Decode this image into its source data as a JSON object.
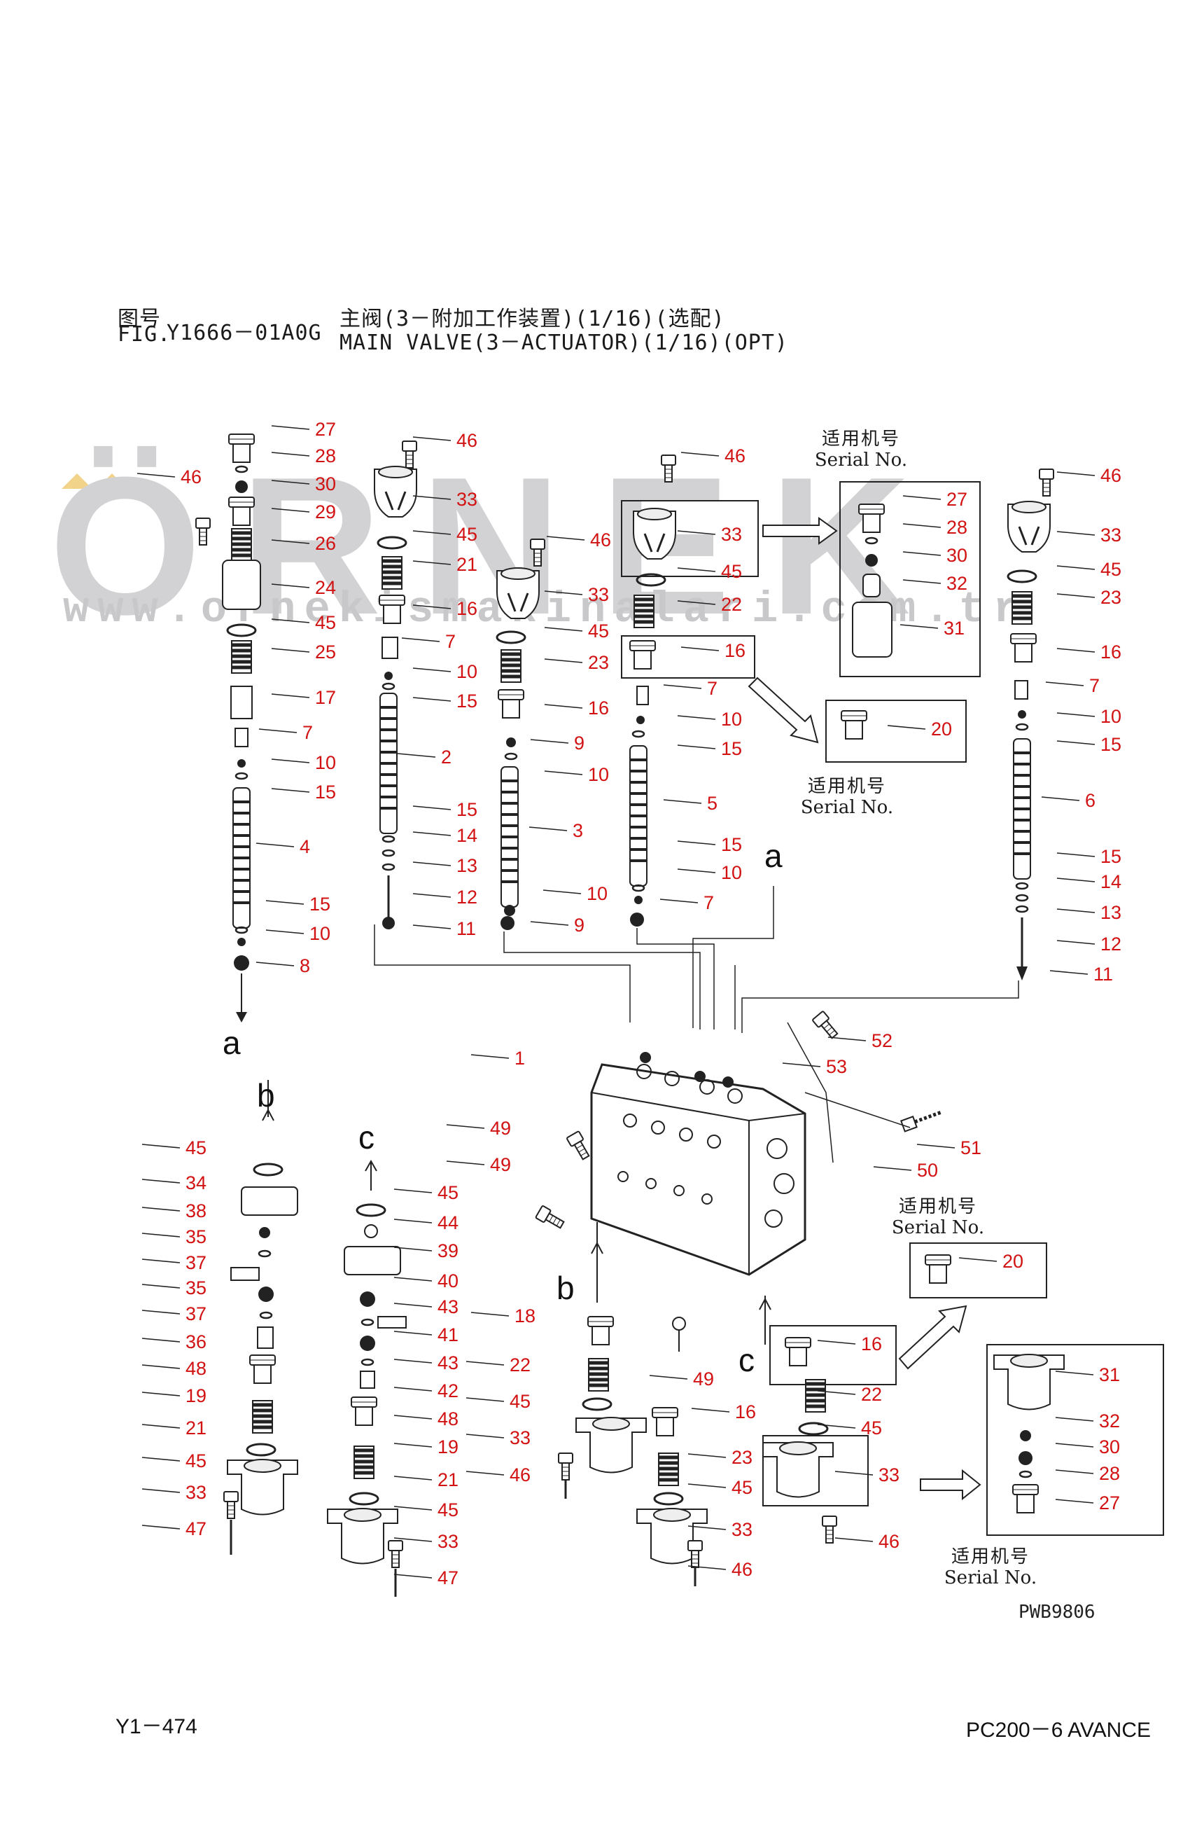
{
  "header": {
    "fig_label_cn": "图号",
    "fig_label_en": "FIG.",
    "fig_number": "Y1666－01A0G",
    "title_cn": "主阀(3－附加工作装置)(1/16)(选配)",
    "title_en": "MAIN VALVE(3－ACTUATOR)(1/16)(OPT)"
  },
  "serial_note": {
    "cn": "适用机号",
    "en": "Serial No."
  },
  "watermark": {
    "text": "ÖRNEK",
    "url": "www.ornekismakinalari.com.tr",
    "accent_color": "#f2d38a"
  },
  "image_code": "PWB9806",
  "footer": {
    "page": "Y1－474",
    "model": "PC200－6 AVANCE"
  },
  "label_color": "#d21212",
  "columns": {
    "col1": [
      "27",
      "28",
      "30",
      "29",
      "26",
      "46",
      "24",
      "45",
      "25",
      "17",
      "7",
      "10",
      "15",
      "4",
      "15",
      "10",
      "8"
    ],
    "col2": [
      "46",
      "33",
      "45",
      "21",
      "16",
      "7",
      "10",
      "15",
      "2",
      "15",
      "14",
      "13",
      "12",
      "11"
    ],
    "col3": [
      "33",
      "45",
      "23",
      "16",
      "9",
      "10",
      "3",
      "10",
      "9"
    ],
    "col4": [
      "46",
      "46",
      "33",
      "45",
      "22",
      "16",
      "7",
      "10",
      "15",
      "5",
      "15",
      "10",
      "7"
    ],
    "col5": [
      "46",
      "33",
      "45",
      "23",
      "16",
      "7",
      "10",
      "15",
      "6",
      "15",
      "14",
      "13",
      "12",
      "11"
    ],
    "serial_box1": [
      "27",
      "28",
      "30",
      "32",
      "31"
    ],
    "serial_box2": [
      "20"
    ],
    "body": [
      "1",
      "52",
      "53",
      "49",
      "49",
      "51",
      "50"
    ],
    "lower_b": [
      "45",
      "34",
      "38",
      "35",
      "37",
      "35",
      "37",
      "36",
      "48",
      "19",
      "21",
      "45",
      "33",
      "47"
    ],
    "lower_c": [
      "45",
      "44",
      "39",
      "40",
      "43",
      "41",
      "43",
      "42",
      "48",
      "19",
      "21",
      "45",
      "33",
      "47"
    ],
    "lower_mid": [
      "18",
      "22",
      "45",
      "33",
      "46",
      "49",
      "16",
      "23",
      "45",
      "33",
      "46"
    ],
    "lower_right": [
      "16",
      "22",
      "45",
      "33",
      "46",
      "20",
      "31",
      "32",
      "30",
      "28",
      "27"
    ]
  },
  "letters": [
    "a",
    "a",
    "a",
    "b",
    "b",
    "c",
    "c"
  ]
}
